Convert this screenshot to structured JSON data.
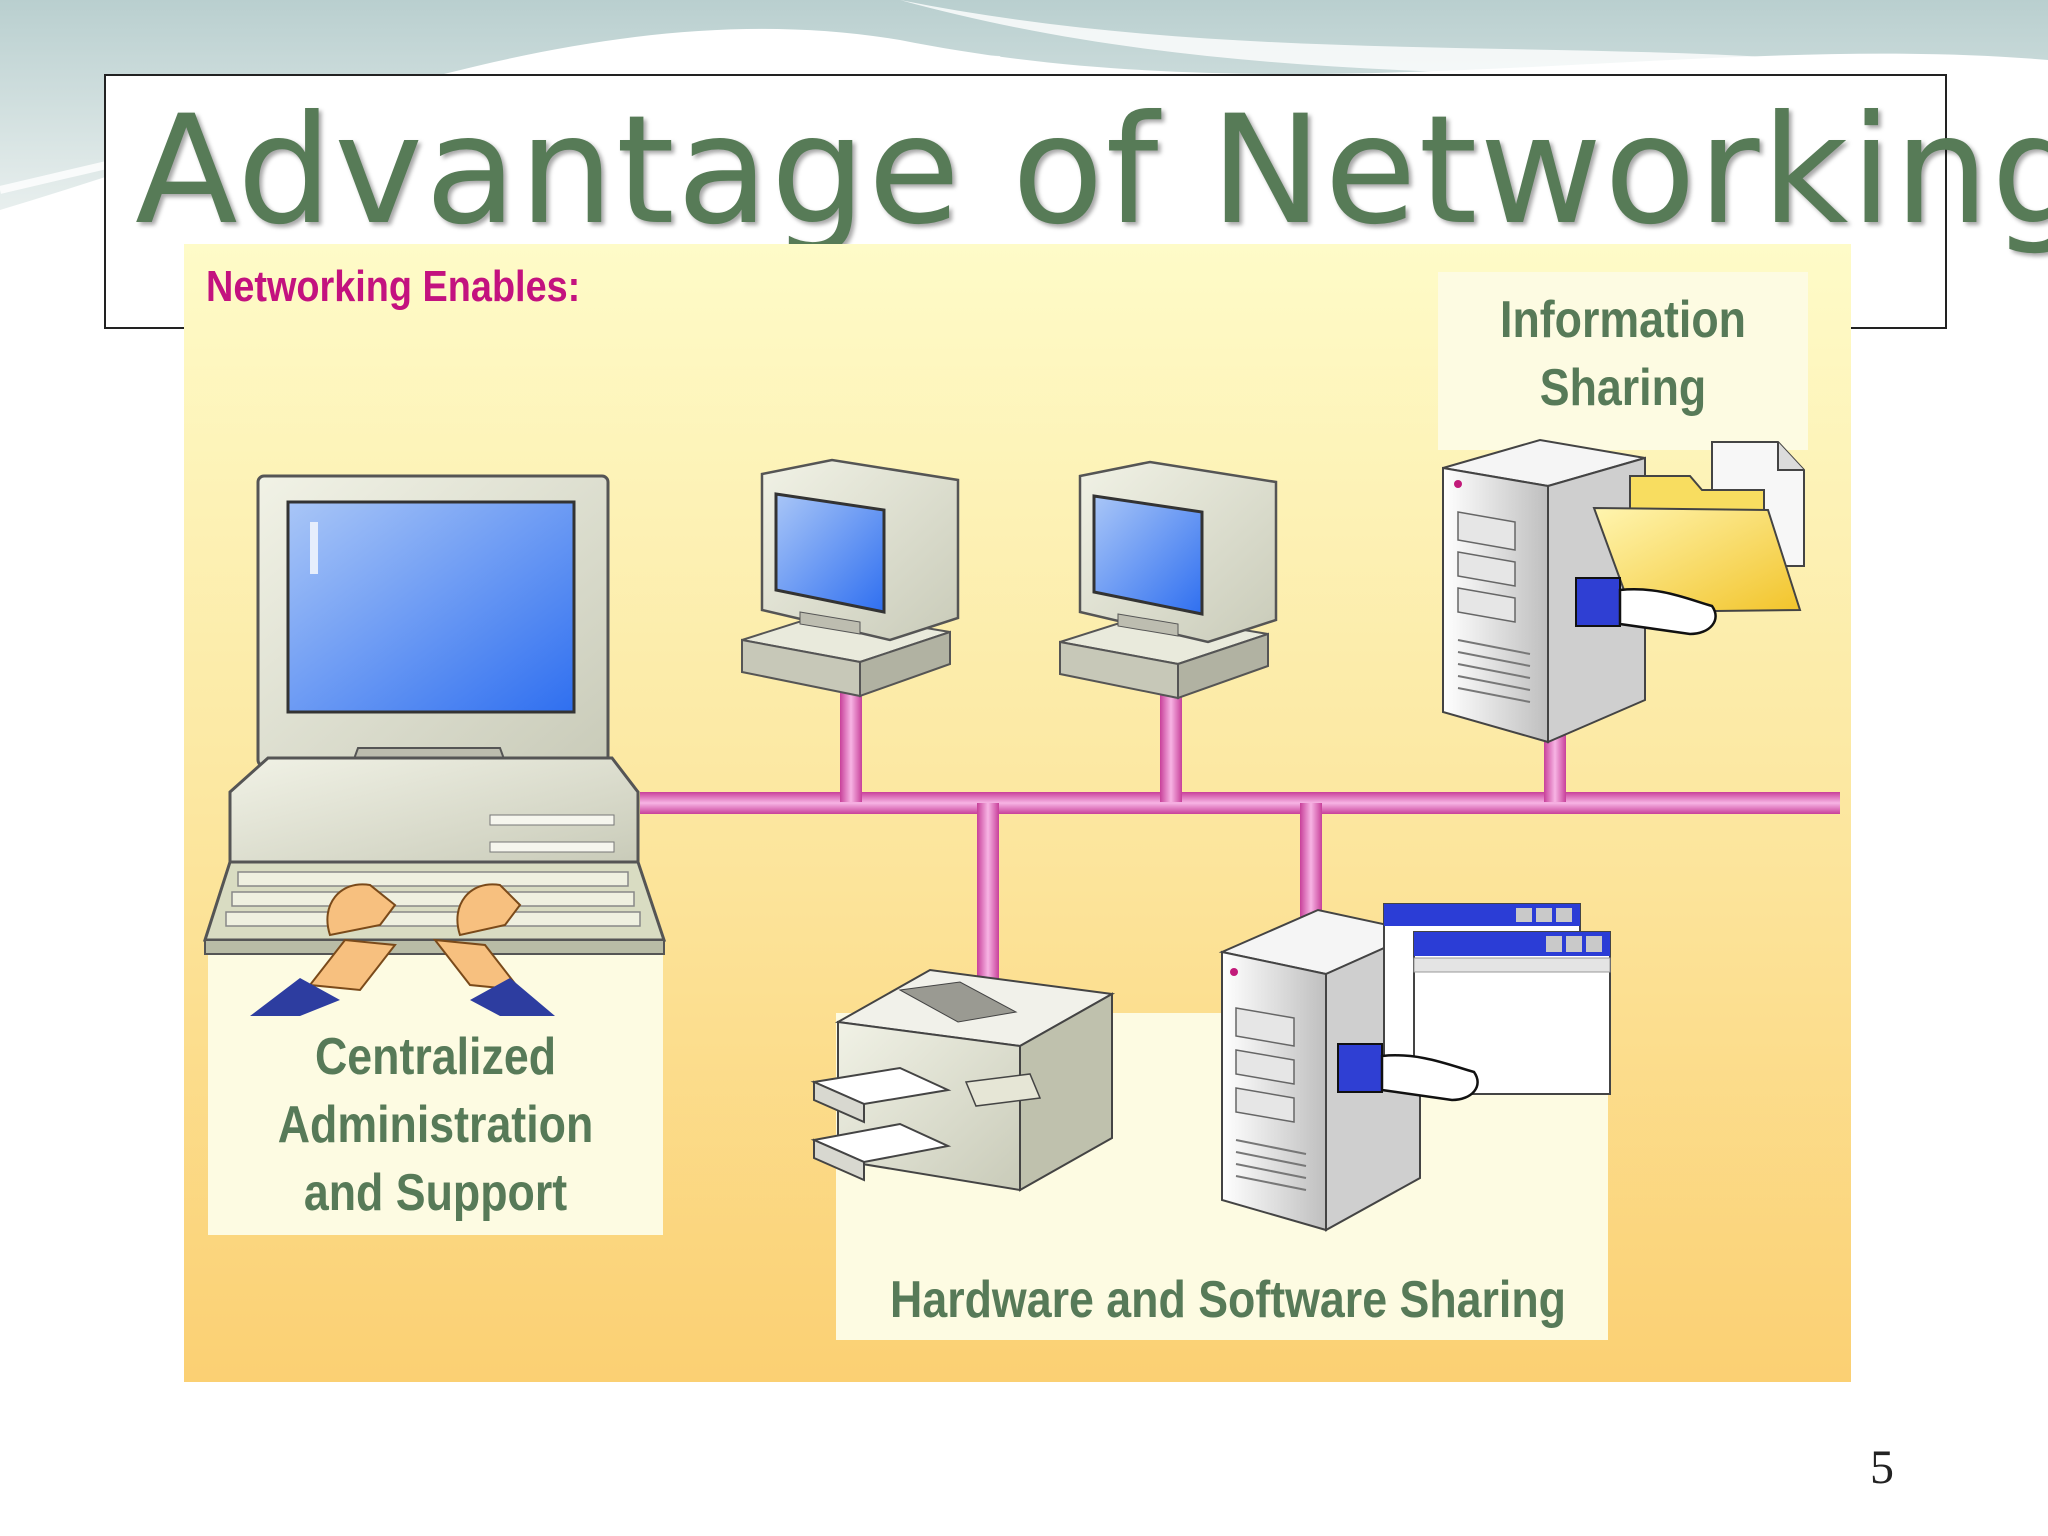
{
  "slide": {
    "title": "Advantage of Networking",
    "subtitle": "Networking Enables:",
    "page_number": "5"
  },
  "labels": {
    "information_sharing": [
      "Information",
      "Sharing"
    ],
    "centralized_admin": [
      "Centralized",
      "Administration",
      "and Support"
    ],
    "hw_sw_sharing": "Hardware and Software Sharing"
  },
  "colors": {
    "title": "#577b57",
    "subtitle": "#c3127f",
    "label": "#577a58",
    "network_cable": "#e879c8",
    "panel_top": "#fefbc8",
    "panel_bottom": "#fbd073"
  }
}
